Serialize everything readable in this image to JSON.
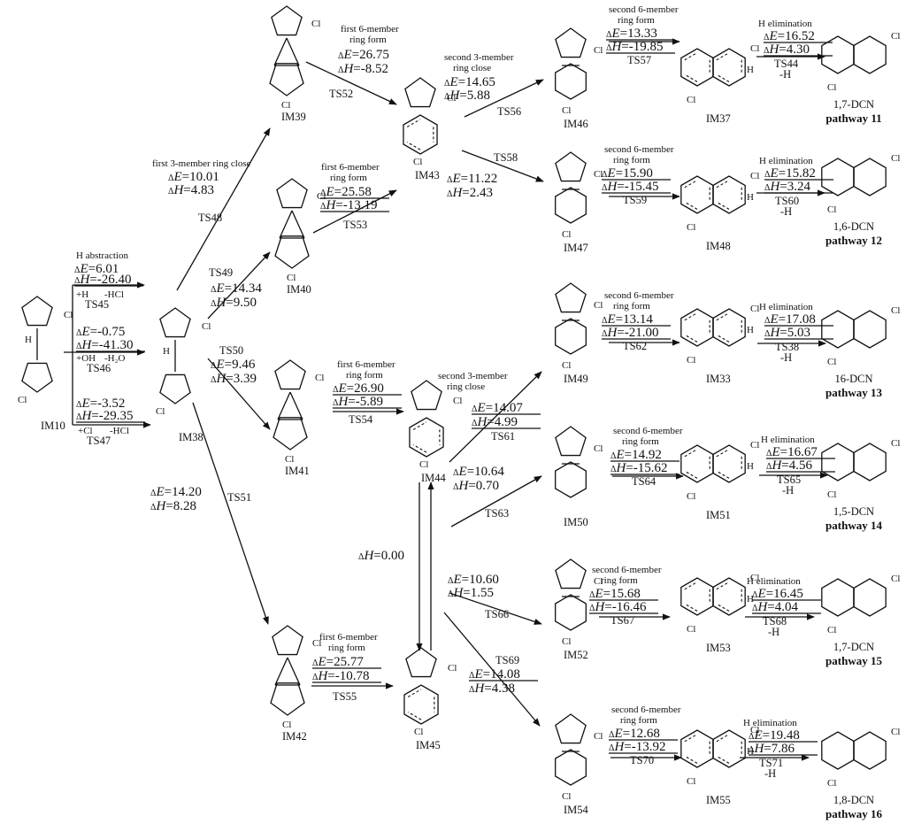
{
  "species": [
    {
      "id": "IM10",
      "label": "IM10",
      "sub": "bi",
      "cl": [
        "Cl",
        "Cl"
      ],
      "h": "H"
    },
    {
      "id": "IM38",
      "label": "IM38",
      "sub": "bi",
      "cl": [
        "Cl",
        "Cl"
      ],
      "h": "H"
    },
    {
      "id": "IM39",
      "label": "IM39",
      "sub": "tri",
      "cl": [
        "Cl",
        "Cl"
      ]
    },
    {
      "id": "IM40",
      "label": "IM40",
      "sub": "tri",
      "cl": [
        "Cl",
        "Cl"
      ]
    },
    {
      "id": "IM41",
      "label": "IM41",
      "sub": "tri",
      "cl": [
        "Cl",
        "Cl"
      ]
    },
    {
      "id": "IM42",
      "label": "IM42",
      "sub": "tri",
      "cl": [
        "Cl",
        "Cl"
      ]
    },
    {
      "id": "IM43",
      "label": "IM43",
      "sub": "spiro",
      "cl": [
        "Cl",
        "Cl"
      ]
    },
    {
      "id": "IM44",
      "label": "IM44",
      "sub": "spiro",
      "cl": [
        "Cl",
        "Cl"
      ]
    },
    {
      "id": "IM45",
      "label": "IM45",
      "sub": "spiro",
      "cl": [
        "Cl",
        "Cl"
      ]
    },
    {
      "id": "IM46",
      "label": "IM46",
      "sub": "cyc",
      "cl": [
        "Cl",
        "Cl"
      ]
    },
    {
      "id": "IM47",
      "label": "IM47",
      "sub": "cyc",
      "cl": [
        "Cl",
        "Cl"
      ]
    },
    {
      "id": "IM49",
      "label": "IM49",
      "sub": "cyc",
      "cl": [
        "Cl",
        "Cl"
      ]
    },
    {
      "id": "IM50",
      "label": "IM50",
      "sub": "cyc",
      "cl": [
        "Cl"
      ]
    },
    {
      "id": "IM52",
      "label": "IM52",
      "sub": "cyc",
      "cl": [
        "Cl",
        "Cl"
      ]
    },
    {
      "id": "IM54",
      "label": "IM54",
      "sub": "cyc",
      "cl": [
        "Cl",
        "Cl"
      ]
    },
    {
      "id": "IM37",
      "label": "IM37",
      "sub": "nap",
      "cl": [
        "Cl",
        "Cl"
      ],
      "h": "H"
    },
    {
      "id": "IM48",
      "label": "IM48",
      "sub": "nap",
      "cl": [
        "Cl",
        "Cl"
      ],
      "h": "H"
    },
    {
      "id": "IM33",
      "label": "IM33",
      "sub": "nap",
      "cl": [
        "Cl",
        "Cl"
      ],
      "h": "H"
    },
    {
      "id": "IM51",
      "label": "IM51",
      "sub": "nap",
      "cl": [
        "Cl",
        "Cl"
      ],
      "h": "H"
    },
    {
      "id": "IM53",
      "label": "IM53",
      "sub": "nap",
      "cl": [
        "Cl",
        "Cl"
      ],
      "h": "H"
    },
    {
      "id": "IM55",
      "label": "IM55",
      "sub": "nap",
      "cl": [
        "Cl",
        "Cl"
      ],
      "h": "H"
    }
  ],
  "products": [
    {
      "name": "1,7-DCN",
      "pathway": "pathway 11"
    },
    {
      "name": "1,6-DCN",
      "pathway": "pathway 12"
    },
    {
      "name": "16-DCN",
      "pathway": "pathway 13"
    },
    {
      "name": "1,5-DCN",
      "pathway": "pathway 14"
    },
    {
      "name": "1,7-DCN",
      "pathway": "pathway 15"
    },
    {
      "name": "1,8-DCN",
      "pathway": "pathway 16"
    }
  ],
  "steps": {
    "ts45": {
      "ts": "TS45",
      "title": "H abstraction",
      "E": "6.01",
      "H": "-26.40",
      "reagent": "+H",
      "lost": "-HCl"
    },
    "ts46": {
      "ts": "TS46",
      "E": "-0.75",
      "H": "-41.30",
      "reagent": "+OH",
      "lost": "-H₂O"
    },
    "ts47": {
      "ts": "TS47",
      "E": "-3.52",
      "H": "-29.35",
      "reagent": "+Cl",
      "lost": "-HCl"
    },
    "ts48": {
      "ts": "TS48",
      "title": "first 3-member ring close",
      "E": "10.01",
      "H": "4.83"
    },
    "ts49": {
      "ts": "TS49",
      "E": "14.34",
      "H": "9.50"
    },
    "ts50": {
      "ts": "TS50",
      "E": "9.46",
      "H": "3.39"
    },
    "ts51": {
      "ts": "TS51",
      "E": "14.20",
      "H": "8.28"
    },
    "ts52": {
      "ts": "TS52",
      "title1": "first 6-member",
      "title2": "ring form",
      "E": "26.75",
      "H": "-8.52"
    },
    "ts53": {
      "ts": "TS53",
      "title1": "first 6-member",
      "title2": "ring form",
      "E": "25.58",
      "H": "-13.19"
    },
    "ts54": {
      "ts": "TS54",
      "title1": "first 6-member",
      "title2": "ring form",
      "E": "26.90",
      "H": "-5.89"
    },
    "ts55": {
      "ts": "TS55",
      "title1": "first 6-member",
      "title2": "ring form",
      "E": "25.77",
      "H": "-10.78"
    },
    "ts56": {
      "ts": "TS56",
      "title1": "second 3-member",
      "title2": "ring close",
      "E": "14.65",
      "H": "5.88"
    },
    "ts58": {
      "ts": "TS58",
      "E": "11.22",
      "H": "2.43"
    },
    "ts61": {
      "ts": "TS61",
      "title1": "second 3-member",
      "title2": "ring close",
      "E": "14.07",
      "H": "4.99"
    },
    "ts63": {
      "ts": "TS63",
      "E": "10.64",
      "H": "0.70"
    },
    "ts66": {
      "ts": "TS66",
      "E": "10.60",
      "H": "1.55"
    },
    "ts69": {
      "ts": "TS69",
      "E": "14.08",
      "H": "4.38"
    },
    "ts57": {
      "ts": "TS57",
      "title1": "second 6-member",
      "title2": "ring form",
      "E": "13.33",
      "H": "-19.85"
    },
    "ts59": {
      "ts": "TS59",
      "title1": "second 6-member",
      "title2": "ring form",
      "E": "15.90",
      "H": "-15.45"
    },
    "ts62": {
      "ts": "TS62",
      "title1": "second 6-member",
      "title2": "ring form",
      "E": "13.14",
      "H": "-21.00"
    },
    "ts64": {
      "ts": "TS64",
      "title1": "second 6-member",
      "title2": "ring form",
      "E": "14.92",
      "H": "-15.62"
    },
    "ts67": {
      "ts": "TS67",
      "title1": "second 6-member",
      "title2": "ring form",
      "E": "15.68",
      "H": "-16.46"
    },
    "ts70": {
      "ts": "TS70",
      "title1": "second 6-member",
      "title2": "ring form",
      "E": "12.68",
      "H": "-13.92"
    },
    "ts44": {
      "ts": "TS44",
      "title": "H elimination",
      "E": "16.52",
      "H": "4.30",
      "lost": "-H"
    },
    "ts60": {
      "ts": "TS60",
      "title": "H elimination",
      "E": "15.82",
      "H": "3.24",
      "lost": "-H"
    },
    "ts38": {
      "ts": "TS38",
      "title": "H elimination",
      "E": "17.08",
      "H": "5.03",
      "lost": "-H"
    },
    "ts65": {
      "ts": "TS65",
      "title": "H elimination",
      "E": "16.67",
      "H": "4.56",
      "lost": "-H"
    },
    "ts68": {
      "ts": "TS68",
      "title": "H elimination",
      "E": "16.45",
      "H": "4.04",
      "lost": "-H"
    },
    "ts71": {
      "ts": "TS71",
      "title": "H elimination",
      "E": "19.48",
      "H": "7.86",
      "lost": "-H"
    }
  },
  "equilibrium": {
    "H": "0.00"
  },
  "symbols": {
    "delta": "Δ",
    "E": "E",
    "H": "H"
  }
}
